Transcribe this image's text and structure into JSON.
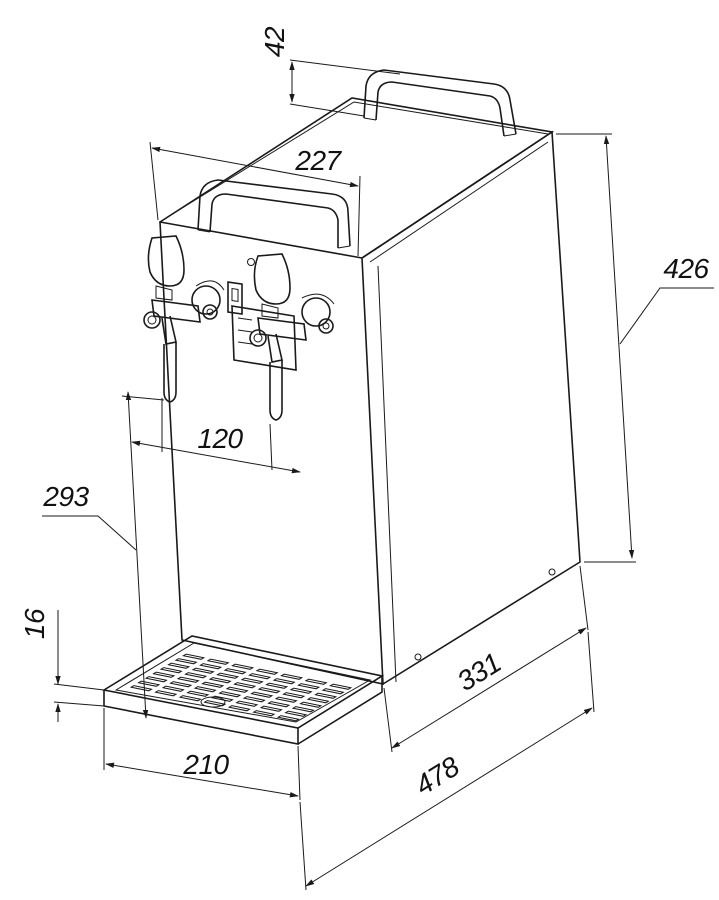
{
  "dimensions": {
    "handle_height": "42",
    "top_width": "227",
    "overall_height": "426",
    "tap_spacing": "120",
    "tap_height": "293",
    "tray_height": "16",
    "tray_width": "210",
    "body_depth": "331",
    "overall_depth": "478"
  },
  "colors": {
    "line": "#1a1a1a",
    "background": "#ffffff"
  }
}
